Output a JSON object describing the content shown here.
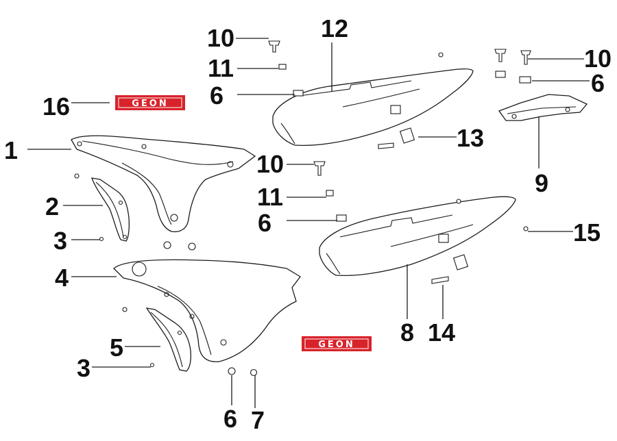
{
  "brand": {
    "logo_text": "GEON",
    "accent_color": "#d8232a"
  },
  "callouts": {
    "c16": "16",
    "c1": "1",
    "c2": "2",
    "c3a": "3",
    "c4": "4",
    "c5": "5",
    "c3b": "3",
    "c6bottom": "6",
    "c7": "7",
    "c10top": "10",
    "c11top": "11",
    "c6top": "6",
    "c12": "12",
    "c13": "13",
    "c10mid": "10",
    "c11mid": "11",
    "c6mid": "6",
    "c10right": "10",
    "c6right": "6",
    "c9": "9",
    "c8": "8",
    "c14": "14",
    "c15": "15"
  }
}
